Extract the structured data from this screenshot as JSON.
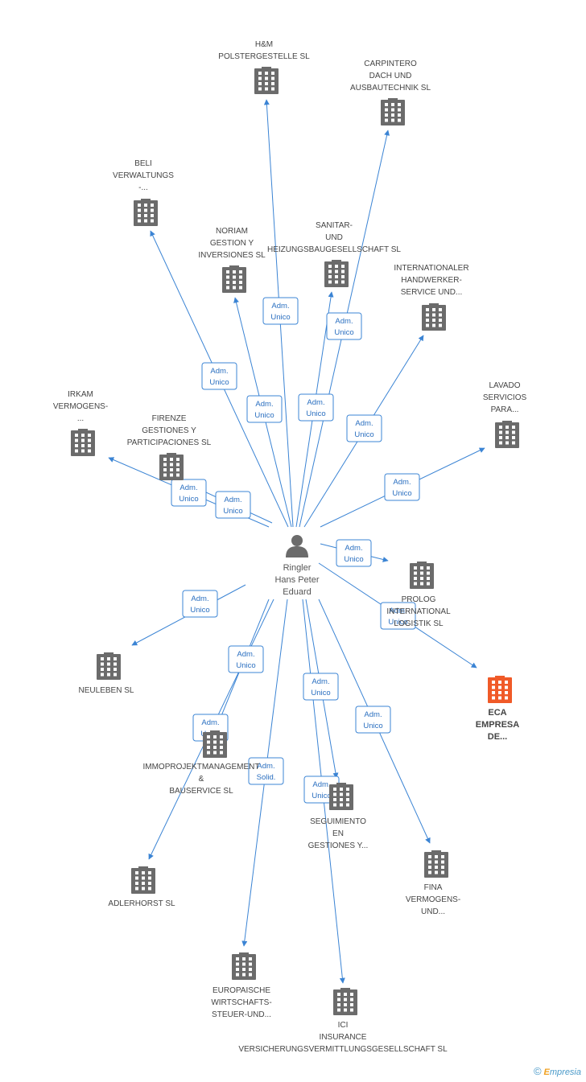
{
  "center": {
    "name_lines": [
      "Ringler",
      "Hans Peter",
      "Eduard"
    ],
    "icon": "person-icon"
  },
  "colors": {
    "edge": "#3b84d4",
    "building": "#6b6b6b",
    "highlight": "#f05a28",
    "label": "#444444"
  },
  "companies": [
    {
      "id": "hm",
      "label_lines": [
        "H&M",
        "POLSTERGESTELLE SL"
      ],
      "role": "Adm. Unico",
      "highlight": false
    },
    {
      "id": "carpintero",
      "label_lines": [
        "CARPINTERO",
        "DACH UND",
        "AUSBAUTECHNIK SL"
      ],
      "role": "Adm. Unico",
      "highlight": false
    },
    {
      "id": "beli",
      "label_lines": [
        "BELI",
        "VERWALTUNGS",
        "-..."
      ],
      "role": "Adm. Unico",
      "highlight": false
    },
    {
      "id": "noriam",
      "label_lines": [
        "NORIAM",
        "GESTION Y",
        "INVERSIONES SL"
      ],
      "role": "Adm. Unico",
      "highlight": false
    },
    {
      "id": "sanitar",
      "label_lines": [
        "SANITAR-",
        "UND",
        "HEIZUNGSBAUGESELLSCHAFT SL"
      ],
      "role": "Adm. Unico",
      "highlight": false
    },
    {
      "id": "internat",
      "label_lines": [
        "INTERNATIONALER",
        "HANDWERKER-",
        "SERVICE UND..."
      ],
      "role": "Adm. Unico",
      "highlight": false
    },
    {
      "id": "lavado",
      "label_lines": [
        "LAVADO",
        "SERVICIOS",
        "PARA..."
      ],
      "role": "Adm. Unico",
      "highlight": false
    },
    {
      "id": "irkam",
      "label_lines": [
        "IRKAM",
        "VERMOGENS-",
        "..."
      ],
      "role": "Adm. Unico",
      "highlight": false
    },
    {
      "id": "firenze",
      "label_lines": [
        "FIRENZE",
        "GESTIONES Y",
        "PARTICIPACIONES SL"
      ],
      "role": "Adm. Unico",
      "highlight": false
    },
    {
      "id": "prolog",
      "label_lines": [
        "PROLOG",
        "INTERNATIONAL",
        "LOGISTIK SL"
      ],
      "role": "Adm. Unico",
      "highlight": false
    },
    {
      "id": "eca",
      "label_lines": [
        "ECA",
        "EMPRESA",
        "DE..."
      ],
      "role": "Adm. Unico",
      "highlight": true
    },
    {
      "id": "neuleben",
      "label_lines": [
        "NEULEBEN  SL"
      ],
      "role": "Adm. Unico",
      "highlight": false
    },
    {
      "id": "immoproj",
      "label_lines": [
        "IMMOPROJEKTMANAGEMENT",
        "&",
        "BAUSERVICE SL"
      ],
      "role": "Adm. Unico",
      "highlight": false
    },
    {
      "id": "adlerhorst",
      "label_lines": [
        "ADLERHORST SL"
      ],
      "role": "Adm. Unico",
      "highlight": false
    },
    {
      "id": "seguim",
      "label_lines": [
        "SEGUIMIENTO",
        "EN",
        "GESTIONES Y..."
      ],
      "role": "Adm. Unico",
      "highlight": false
    },
    {
      "id": "fina",
      "label_lines": [
        "FINA",
        "VERMOGENS-",
        "UND..."
      ],
      "role": "Adm. Unico",
      "highlight": false
    },
    {
      "id": "europa",
      "label_lines": [
        "EUROPAISCHE",
        "WIRTSCHAFTS-",
        "STEUER-UND..."
      ],
      "role": "Adm. Solid.",
      "highlight": false
    },
    {
      "id": "ici",
      "label_lines": [
        "ICI",
        "INSURANCE",
        "VERSICHERUNGSVERMITTLUNGSGESELLSCHAFT SL"
      ],
      "role": "Adm. Unico",
      "highlight": false
    }
  ],
  "footer": {
    "copyright": "©",
    "brand_initial": "E",
    "brand_rest": "mpresia"
  }
}
